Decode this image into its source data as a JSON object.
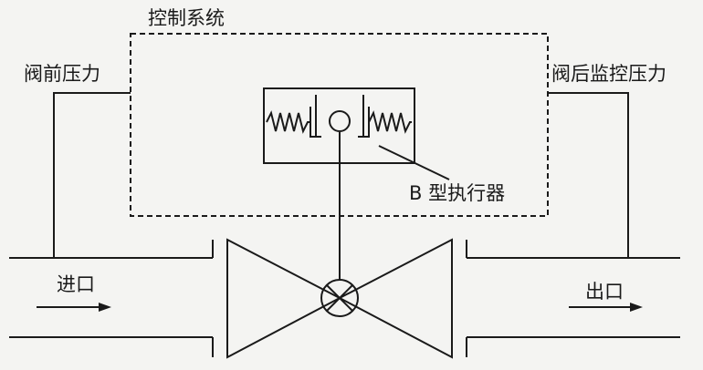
{
  "diagram": {
    "labels": {
      "control_system": "控制系统",
      "upstream_pressure": "阀前压力",
      "downstream_pressure": "阀后监控压力",
      "actuator": "B 型执行器",
      "inlet": "进口",
      "outlet": "出口"
    },
    "colors": {
      "background": "#f4f4f2",
      "stroke": "#1a1a1a"
    }
  }
}
